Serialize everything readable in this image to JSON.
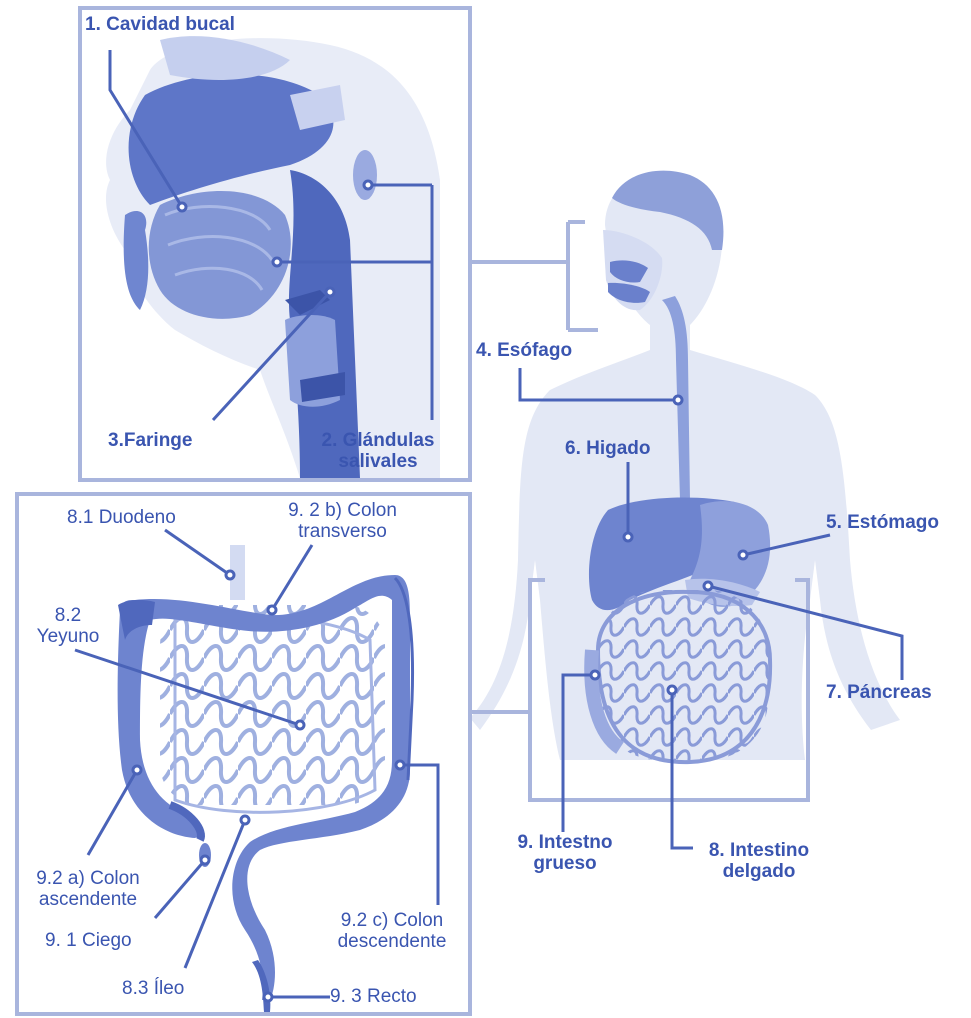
{
  "colors": {
    "ink": "#3a55b0",
    "line": "#4a63b8",
    "box": "#a9b5dd",
    "skin": "#e3e8f5",
    "organ": "#6e84cf",
    "organ_dark": "#5670c3",
    "organ_light": "#b5c2ea",
    "soft": "#cdd6f0"
  },
  "labels": {
    "cavidad_bucal": "1. Cavidad bucal",
    "faringe": "3.Faringe",
    "glandulas_1": "2. Glándulas",
    "glandulas_2": "salivales",
    "esofago": "4. Esófago",
    "higado": "6. Higado",
    "estomago": "5. Estómago",
    "pancreas": "7. Páncreas",
    "intestino_grueso_1": "9. Intestno",
    "intestino_grueso_2": "grueso",
    "intestino_delgado_1": "8. Intestino",
    "intestino_delgado_2": "delgado",
    "duodeno": "8.1 Duodeno",
    "colon_transverso_1": "9. 2 b) Colon",
    "colon_transverso_2": "transverso",
    "yeyuno_1": "8.2",
    "yeyuno_2": "Yeyuno",
    "colon_ascendente_1": "9.2 a) Colon",
    "colon_ascendente_2": "ascendente",
    "ciego": "9. 1 Ciego",
    "ileo": "8.3 Íleo",
    "recto": "9. 3 Recto",
    "colon_descendente_1": "9.2 c) Colon",
    "colon_descendente_2": "descendente"
  }
}
